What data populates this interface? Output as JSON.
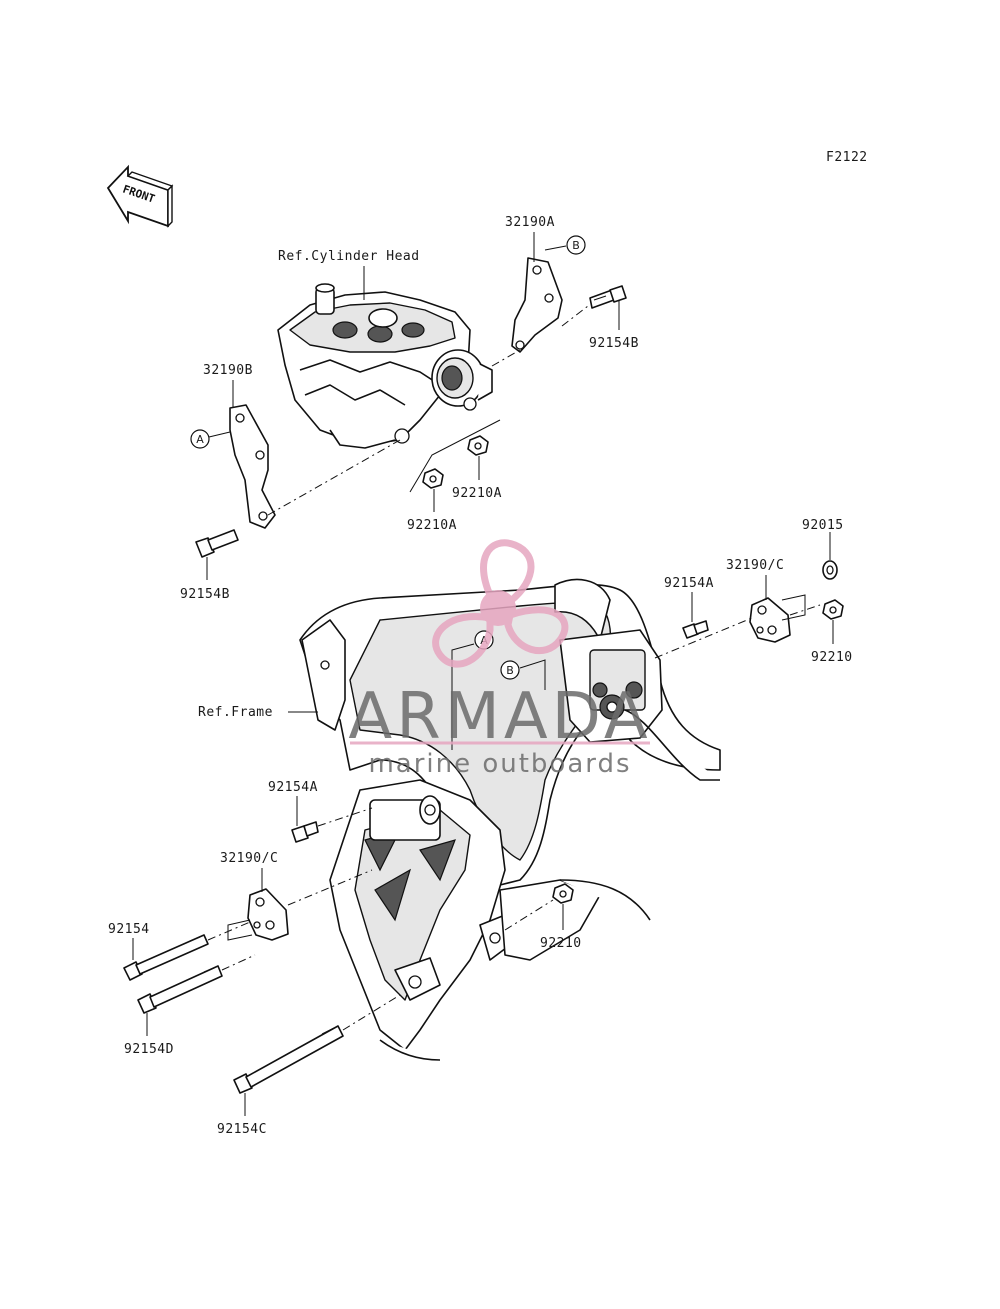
{
  "figure_code": "F2122",
  "front_arrow_label": "FRONT",
  "ref_labels": {
    "cylinder_head": "Ref.Cylinder Head",
    "frame": "Ref.Frame"
  },
  "callouts": {
    "p32190A": "32190A",
    "p92154B_top": "92154B",
    "p32190B": "32190B",
    "p92210A_right": "92210A",
    "p92210A_left": "92210A",
    "p92154B_left": "92154B",
    "p92015": "92015",
    "p32190C_right": "32190/C",
    "p92154A_right": "92154A",
    "p92210_right": "92210",
    "p92154A_left": "92154A",
    "p32190C_left": "32190/C",
    "p92154": "92154",
    "p92210_lower": "92210",
    "p92154D": "92154D",
    "p92154C": "92154C"
  },
  "circle_markers": {
    "a_left": "A",
    "b_top": "B",
    "a_frame": "A",
    "b_frame": "B"
  },
  "watermark": {
    "brand": "ARMADA",
    "tagline": "marine outboards",
    "brand_color": "#6b6b6b",
    "accent_color": "#e6a6c0"
  }
}
